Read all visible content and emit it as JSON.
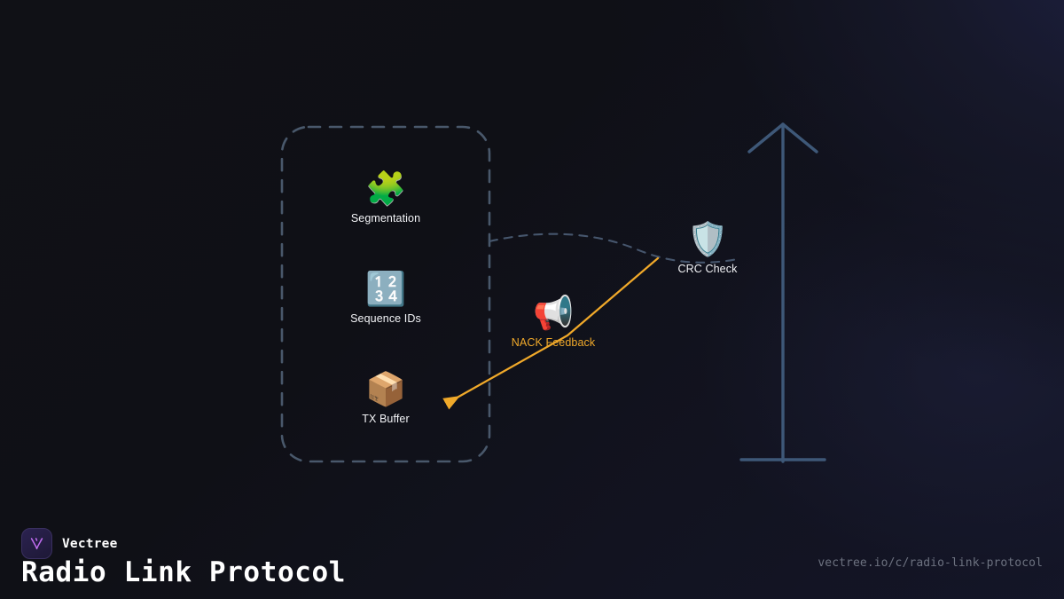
{
  "diagram": {
    "group_box": {
      "name": "transmitter-group"
    },
    "nodes": [
      {
        "id": "segmentation",
        "label": "Segmentation",
        "icon": "puzzle-piece-icon",
        "glyph": "🧩"
      },
      {
        "id": "sequence-ids",
        "label": "Sequence IDs",
        "icon": "input-numbers-icon",
        "glyph": "🔢"
      },
      {
        "id": "tx-buffer",
        "label": "TX Buffer",
        "icon": "package-box-icon",
        "glyph": "📦"
      },
      {
        "id": "crc-check",
        "label": "CRC Check",
        "icon": "shield-icon",
        "glyph": "🛡️"
      },
      {
        "id": "nack-feedback",
        "label": "NACK Feedback",
        "icon": "megaphone-icon",
        "glyph": "📢"
      }
    ],
    "edges": [
      {
        "id": "forward-link",
        "style": "dashed",
        "color": "#46566d",
        "from": "transmitter-group",
        "to": "crc-check"
      },
      {
        "id": "nack-return",
        "style": "solid-arrow",
        "color": "#f0a92a",
        "from": "crc-check",
        "to": "tx-buffer"
      }
    ],
    "antenna": {
      "name": "antenna-tower",
      "color": "#3e5878"
    },
    "colors": {
      "accent": "#f0a92a",
      "border_dashed": "#49586b",
      "tower": "#3e5878",
      "label": "#f2f3f6",
      "background": "#0d0e13"
    }
  },
  "footer": {
    "brand": "Vectree",
    "title": "Radio Link Protocol",
    "url": "vectree.io/c/radio-link-protocol"
  }
}
